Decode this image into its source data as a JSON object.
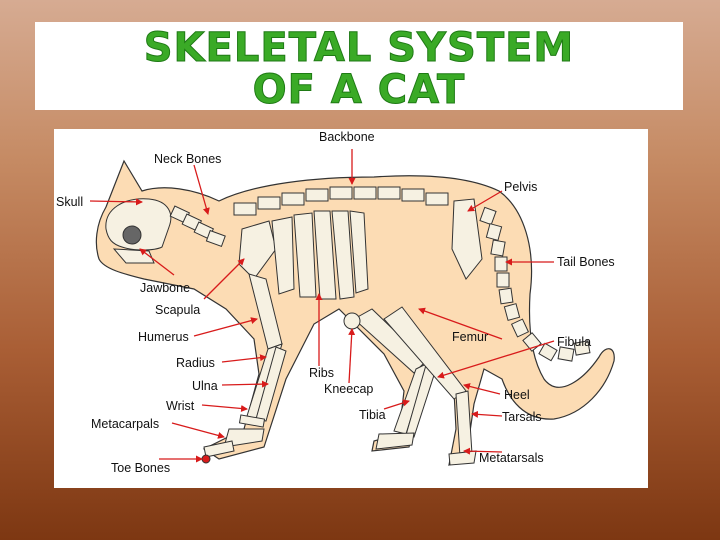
{
  "title": {
    "line1": "SKELETAL SYSTEM",
    "line2": "OF A CAT"
  },
  "labels": {
    "backbone": "Backbone",
    "neck_bones": "Neck Bones",
    "skull": "Skull",
    "pelvis": "Pelvis",
    "tail_bones": "Tail Bones",
    "jawbone": "Jawbone",
    "scapula": "Scapula",
    "humerus": "Humerus",
    "femur": "Femur",
    "fibula": "Fibula",
    "radius": "Radius",
    "ribs": "Ribs",
    "ulna": "Ulna",
    "kneecap": "Kneecap",
    "heel": "Heel",
    "wrist": "Wrist",
    "tarsals": "Tarsals",
    "tibia": "Tibia",
    "metacarpals": "Metacarpals",
    "toe_bones": "Toe Bones",
    "metatarsals": "Metatarsals"
  },
  "colors": {
    "title_green": "#3aaa26",
    "body": "#fcdcb4",
    "arrow": "#d81b1b",
    "bone": "#f6f1e2"
  }
}
